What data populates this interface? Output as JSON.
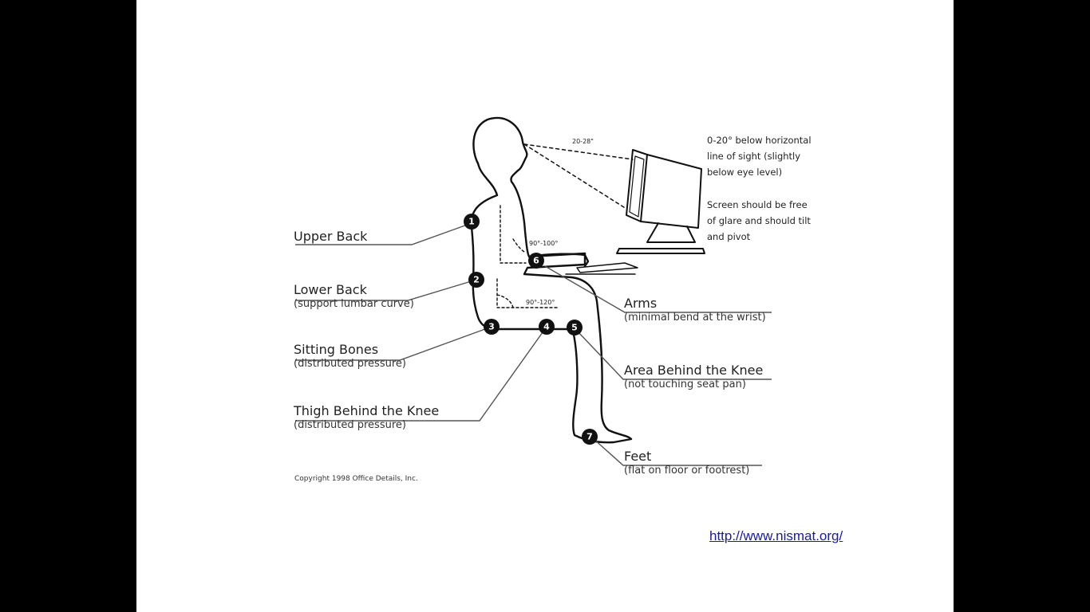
{
  "labels": {
    "upper_back": {
      "title": "Upper Back"
    },
    "lower_back": {
      "title": "Lower Back",
      "sub": "(support lumbar curve)"
    },
    "sitting_bones": {
      "title": "Sitting Bones",
      "sub": "(distributed pressure)"
    },
    "thigh": {
      "title": "Thigh Behind the Knee",
      "sub": "(distributed pressure)"
    },
    "arms": {
      "title": "Arms",
      "sub": "(minimal bend at the wrist)"
    },
    "knee_area": {
      "title": "Area Behind the Knee",
      "sub": "(not touching seat pan)"
    },
    "feet": {
      "title": "Feet",
      "sub": "(flat on floor or footrest)"
    }
  },
  "notes": {
    "sight_line_1": "0-20° below horizontal",
    "sight_line_2": "line of sight (slightly",
    "sight_line_3": "below eye level)",
    "screen_1": "Screen should be free",
    "screen_2": "of glare and should tilt",
    "screen_3": "and pivot"
  },
  "angles": {
    "viewing_distance": "20-28\"",
    "elbow": "90°-100°",
    "hip": "90°-120°"
  },
  "markers": [
    "1",
    "2",
    "3",
    "4",
    "5",
    "6",
    "7"
  ],
  "copyright": "Copyright 1998 Office Details, Inc.",
  "link": {
    "text": "http://www.nismat.org/"
  }
}
